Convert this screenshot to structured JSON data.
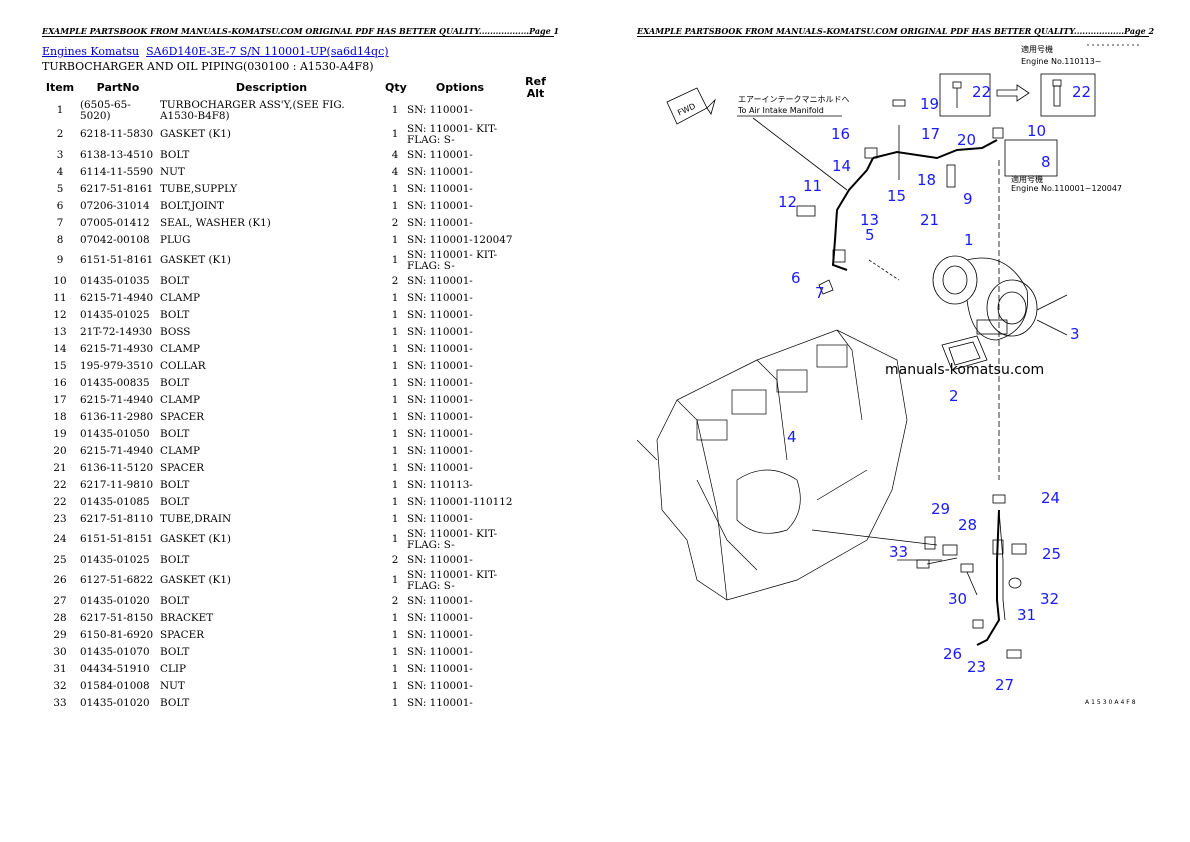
{
  "header": {
    "page1": "EXAMPLE PARTSBOOK FROM MANUALS-KOMATSU.COM ORIGINAL PDF HAS BETTER QUALITY..................Page 1",
    "page2": "EXAMPLE PARTSBOOK FROM MANUALS-KOMATSU.COM ORIGINAL PDF HAS BETTER QUALITY..................Page 2"
  },
  "breadcrumb": {
    "link1": "Engines Komatsu",
    "link2": "SA6D140E-3E-7 S/N 110001-UP(sa6d14qc)"
  },
  "section_title": "TURBOCHARGER AND OIL PIPING(030100 : A1530-A4F8)",
  "table": {
    "headers": {
      "item": "Item",
      "partno": "PartNo",
      "description": "Description",
      "qty": "Qty",
      "options": "Options",
      "refalt": "Ref Alt"
    },
    "rows": [
      {
        "item": "1",
        "partno": "(6505-65-5020)",
        "description": "TURBOCHARGER ASS'Y,(SEE FIG. A1530-B4F8)",
        "qty": "1",
        "options": "SN: 110001-",
        "tall": true
      },
      {
        "item": "2",
        "partno": "6218-11-5830",
        "description": "GASKET (K1)",
        "qty": "1",
        "options": "SN: 110001- KIT-FLAG: S-",
        "tall": true
      },
      {
        "item": "3",
        "partno": "6138-13-4510",
        "description": "BOLT",
        "qty": "4",
        "options": "SN: 110001-"
      },
      {
        "item": "4",
        "partno": "6114-11-5590",
        "description": "NUT",
        "qty": "4",
        "options": "SN: 110001-"
      },
      {
        "item": "5",
        "partno": "6217-51-8161",
        "description": "TUBE,SUPPLY",
        "qty": "1",
        "options": "SN: 110001-"
      },
      {
        "item": "6",
        "partno": "07206-31014",
        "description": "BOLT,JOINT",
        "qty": "1",
        "options": "SN: 110001-"
      },
      {
        "item": "7",
        "partno": "07005-01412",
        "description": "SEAL, WASHER (K1)",
        "qty": "2",
        "options": "SN: 110001-"
      },
      {
        "item": "8",
        "partno": "07042-00108",
        "description": "PLUG",
        "qty": "1",
        "options": "SN: 110001-120047"
      },
      {
        "item": "9",
        "partno": "6151-51-8161",
        "description": "GASKET (K1)",
        "qty": "1",
        "options": "SN: 110001- KIT-FLAG: S-",
        "tall": true
      },
      {
        "item": "10",
        "partno": "01435-01035",
        "description": "BOLT",
        "qty": "2",
        "options": "SN: 110001-"
      },
      {
        "item": "11",
        "partno": "6215-71-4940",
        "description": "CLAMP",
        "qty": "1",
        "options": "SN: 110001-"
      },
      {
        "item": "12",
        "partno": "01435-01025",
        "description": "BOLT",
        "qty": "1",
        "options": "SN: 110001-"
      },
      {
        "item": "13",
        "partno": "21T-72-14930",
        "description": "BOSS",
        "qty": "1",
        "options": "SN: 110001-"
      },
      {
        "item": "14",
        "partno": "6215-71-4930",
        "description": "CLAMP",
        "qty": "1",
        "options": "SN: 110001-"
      },
      {
        "item": "15",
        "partno": "195-979-3510",
        "description": "COLLAR",
        "qty": "1",
        "options": "SN: 110001-"
      },
      {
        "item": "16",
        "partno": "01435-00835",
        "description": "BOLT",
        "qty": "1",
        "options": "SN: 110001-"
      },
      {
        "item": "17",
        "partno": "6215-71-4940",
        "description": "CLAMP",
        "qty": "1",
        "options": "SN: 110001-"
      },
      {
        "item": "18",
        "partno": "6136-11-2980",
        "description": "SPACER",
        "qty": "1",
        "options": "SN: 110001-"
      },
      {
        "item": "19",
        "partno": "01435-01050",
        "description": "BOLT",
        "qty": "1",
        "options": "SN: 110001-"
      },
      {
        "item": "20",
        "partno": "6215-71-4940",
        "description": "CLAMP",
        "qty": "1",
        "options": "SN: 110001-"
      },
      {
        "item": "21",
        "partno": "6136-11-5120",
        "description": "SPACER",
        "qty": "1",
        "options": "SN: 110001-"
      },
      {
        "item": "22",
        "partno": "6217-11-9810",
        "description": "BOLT",
        "qty": "1",
        "options": "SN: 110113-"
      },
      {
        "item": "22",
        "partno": "01435-01085",
        "description": "BOLT",
        "qty": "1",
        "options": "SN: 110001-110112"
      },
      {
        "item": "23",
        "partno": "6217-51-8110",
        "description": "TUBE,DRAIN",
        "qty": "1",
        "options": "SN: 110001-"
      },
      {
        "item": "24",
        "partno": "6151-51-8151",
        "description": "GASKET (K1)",
        "qty": "1",
        "options": "SN: 110001- KIT-FLAG: S-",
        "tall": true
      },
      {
        "item": "25",
        "partno": "01435-01025",
        "description": "BOLT",
        "qty": "2",
        "options": "SN: 110001-"
      },
      {
        "item": "26",
        "partno": "6127-51-6822",
        "description": "GASKET (K1)",
        "qty": "1",
        "options": "SN: 110001- KIT-FLAG: S-",
        "tall": true
      },
      {
        "item": "27",
        "partno": "01435-01020",
        "description": "BOLT",
        "qty": "2",
        "options": "SN: 110001-"
      },
      {
        "item": "28",
        "partno": "6217-51-8150",
        "description": "BRACKET",
        "qty": "1",
        "options": "SN: 110001-"
      },
      {
        "item": "29",
        "partno": "6150-81-6920",
        "description": "SPACER",
        "qty": "1",
        "options": "SN: 110001-"
      },
      {
        "item": "30",
        "partno": "01435-01070",
        "description": "BOLT",
        "qty": "1",
        "options": "SN: 110001-"
      },
      {
        "item": "31",
        "partno": "04434-51910",
        "description": "CLIP",
        "qty": "1",
        "options": "SN: 110001-"
      },
      {
        "item": "32",
        "partno": "01584-01008",
        "description": "NUT",
        "qty": "1",
        "options": "SN: 110001-"
      },
      {
        "item": "33",
        "partno": "01435-01020",
        "description": "BOLT",
        "qty": "1",
        "options": "SN: 110001-"
      }
    ]
  },
  "diagram": {
    "watermark": "manuals-komatsu.com",
    "fwd_label": "FWD",
    "note_intake_jp": "エアーインテークマニホルドへ",
    "note_intake_en": "To Air Intake Manifold",
    "note_engine_top_jp": "適用号機",
    "note_engine_top_en": "Engine No.110113~",
    "note_engine_mid_jp": "適用号機",
    "note_engine_mid_en": "Engine No.110001~120047",
    "figure_code": "A1530A4F8",
    "callouts": [
      "1",
      "2",
      "3",
      "4",
      "5",
      "6",
      "7",
      "8",
      "9",
      "10",
      "11",
      "12",
      "13",
      "14",
      "15",
      "16",
      "17",
      "18",
      "19",
      "20",
      "21",
      "22",
      "22",
      "23",
      "24",
      "25",
      "26",
      "27",
      "28",
      "29",
      "30",
      "31",
      "32",
      "33"
    ],
    "callout_color": "#1a1aff"
  }
}
